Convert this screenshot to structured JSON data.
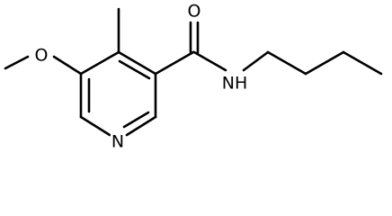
{
  "molecule": {
    "atoms": {
      "oxygen_methoxy": "O",
      "oxygen_carbonyl": "O",
      "nitrogen_amide": "NH",
      "nitrogen_ring": "N"
    }
  },
  "colors": {
    "bond": "#000000",
    "background": "#ffffff"
  }
}
